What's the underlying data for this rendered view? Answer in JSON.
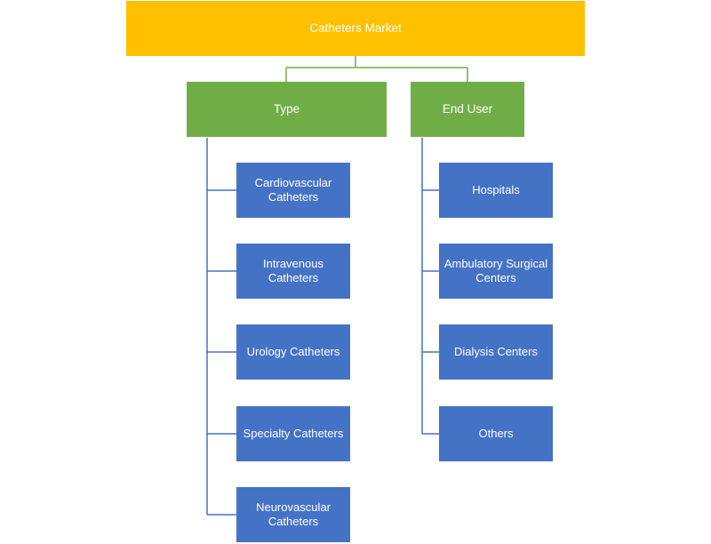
{
  "colors": {
    "root": "#ffc000",
    "category": "#70ad47",
    "leaf": "#4472c4",
    "root_connector": "#70ad47",
    "leaf_connector": "#4472c4"
  },
  "root": {
    "label": "Catheters Market"
  },
  "categories": [
    {
      "label": "Type",
      "children": [
        "Cardiovascular Catheters",
        "Intravenous Catheters",
        "Urology Catheters",
        "Specialty Catheters",
        "Neurovascular Catheters"
      ]
    },
    {
      "label": "End User",
      "children": [
        "Hospitals",
        "Ambulatory Surgical Centers",
        "Dialysis Centers",
        "Others"
      ]
    }
  ]
}
